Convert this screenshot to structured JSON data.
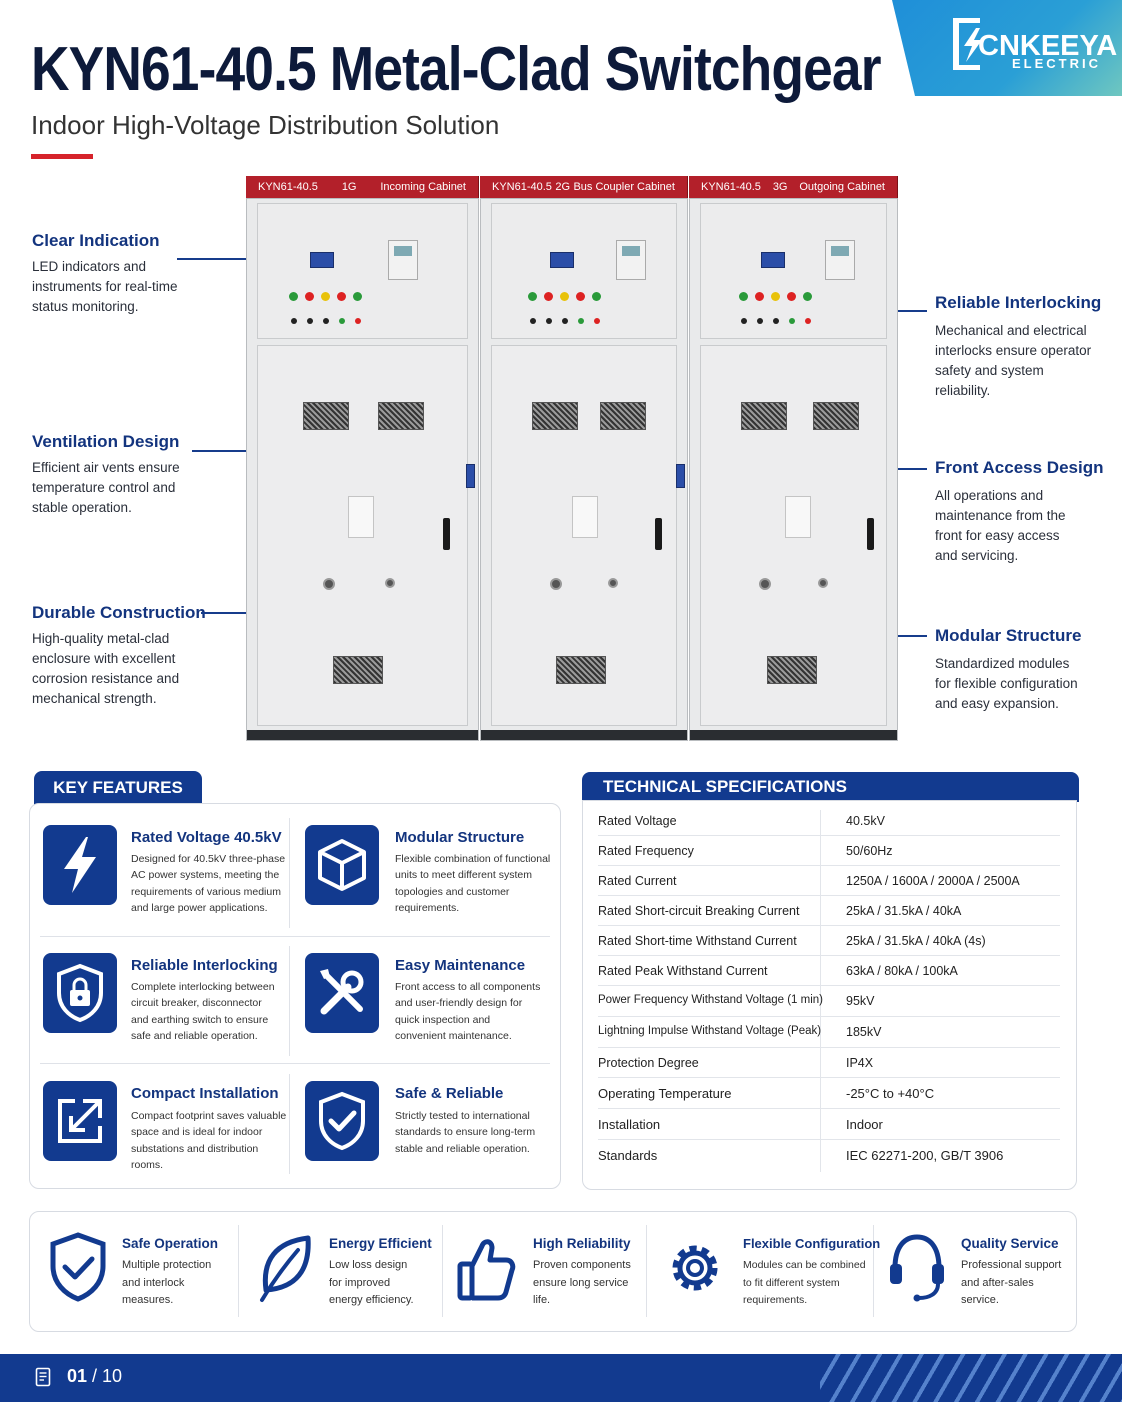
{
  "header": {
    "title": "KYN61-40.5 Metal-Clad Switchgear",
    "subtitle": "Indoor High-Voltage Distribution Solution"
  },
  "brand": {
    "name": "CNKEEYA",
    "sub": "ELECTRIC",
    "accent": "#123a8f",
    "red": "#d6232b"
  },
  "cabinets": [
    {
      "model": "KYN61-40.5",
      "code": "1G",
      "name": "Incoming Cabinet"
    },
    {
      "model": "KYN61-40.5",
      "code": "2G",
      "name": "Bus Coupler Cabinet"
    },
    {
      "model": "KYN61-40.5",
      "code": "3G",
      "name": "Outgoing Cabinet"
    }
  ],
  "callouts": {
    "left": [
      {
        "title": "Clear Indication",
        "lines": [
          "LED indicators and",
          "instruments for real-time",
          "status monitoring."
        ]
      },
      {
        "title": "Ventilation Design",
        "lines": [
          "Efficient air vents ensure",
          "temperature control and",
          "stable operation."
        ]
      },
      {
        "title": "Durable Construction",
        "lines": [
          "High-quality metal-clad",
          "enclosure with excellent",
          "corrosion resistance and",
          "mechanical strength."
        ]
      }
    ],
    "right": [
      {
        "title": "Reliable Interlocking",
        "lines": [
          "Mechanical and electrical",
          "interlocks ensure operator",
          "safety and system",
          "reliability."
        ]
      },
      {
        "title": "Front Access Design",
        "lines": [
          "All operations and",
          "maintenance from the",
          "front for easy access",
          "and servicing."
        ]
      },
      {
        "title": "Modular Structure",
        "lines": [
          "Standardized modules",
          "for flexible configuration",
          "and easy expansion."
        ]
      }
    ]
  },
  "key_features": {
    "heading": "KEY FEATURES",
    "items": [
      {
        "icon": "lightning-icon",
        "title": "Rated Voltage 40.5kV",
        "lines": [
          "Designed for 40.5kV three-phase",
          "AC power systems, meeting the",
          "requirements of various medium",
          "and large power applications."
        ]
      },
      {
        "icon": "cube-icon",
        "title": "Modular Structure",
        "lines": [
          "Flexible combination of functional",
          "units to meet different system",
          "topologies and customer",
          "requirements."
        ]
      },
      {
        "icon": "lock-shield-icon",
        "title": "Reliable Interlocking",
        "lines": [
          "Complete interlocking between",
          "circuit breaker, disconnector",
          "and earthing switch to ensure",
          "safe and reliable operation."
        ]
      },
      {
        "icon": "tools-icon",
        "title": "Easy Maintenance",
        "lines": [
          "Front access to all components",
          "and user-friendly design for",
          "quick inspection and",
          "convenient maintenance."
        ]
      },
      {
        "icon": "compact-icon",
        "title": "Compact Installation",
        "lines": [
          "Compact footprint saves valuable",
          "space and is ideal for indoor",
          "substations and distribution",
          "rooms."
        ]
      },
      {
        "icon": "check-shield-icon",
        "title": "Safe & Reliable",
        "lines": [
          "Strictly tested to international",
          "standards to ensure long-term",
          "stable and reliable operation."
        ]
      }
    ]
  },
  "tech_specs": {
    "heading": "TECHNICAL SPECIFICATIONS",
    "rows": [
      {
        "k": "Rated Voltage",
        "v": "40.5kV"
      },
      {
        "k": "Rated Frequency",
        "v": "50/60Hz"
      },
      {
        "k": "Rated Current",
        "v": "1250A / 1600A / 2000A / 2500A"
      },
      {
        "k": "Rated Short-circuit Breaking Current",
        "v": "25kA / 31.5kA / 40kA"
      },
      {
        "k": "Rated Short-time Withstand Current",
        "v": "25kA / 31.5kA / 40kA (4s)"
      },
      {
        "k": "Rated Peak Withstand Current",
        "v": "63kA / 80kA / 100kA"
      },
      {
        "k": "Power Frequency Withstand Voltage (1 min)",
        "v": "95kV"
      },
      {
        "k": "Lightning Impulse Withstand Voltage (Peak)",
        "v": "185kV"
      },
      {
        "k": "Protection Degree",
        "v": "IP4X"
      },
      {
        "k": "Operating Temperature",
        "v": "-25°C to +40°C"
      },
      {
        "k": "Installation",
        "v": "Indoor"
      },
      {
        "k": "Standards",
        "v": "IEC 62271-200, GB/T 3906"
      }
    ]
  },
  "benefits": [
    {
      "icon": "shield-check-icon",
      "title": "Safe Operation",
      "lines": [
        "Multiple protection",
        "and interlock",
        "measures."
      ]
    },
    {
      "icon": "leaf-icon",
      "title": "Energy Efficient",
      "lines": [
        "Low loss design",
        "for improved",
        "energy efficiency."
      ]
    },
    {
      "icon": "thumbs-up-icon",
      "title": "High Reliability",
      "lines": [
        "Proven components",
        "ensure long service",
        "life."
      ]
    },
    {
      "icon": "gear-icon",
      "title": "Flexible Configuration",
      "lines": [
        "Modules can be combined",
        "to fit different system",
        "requirements."
      ]
    },
    {
      "icon": "headset-icon",
      "title": "Quality Service",
      "lines": [
        "Professional support",
        "and after-sales",
        "service."
      ]
    }
  ],
  "footer": {
    "page_current": "01",
    "page_sep": " / ",
    "page_total": "10"
  }
}
